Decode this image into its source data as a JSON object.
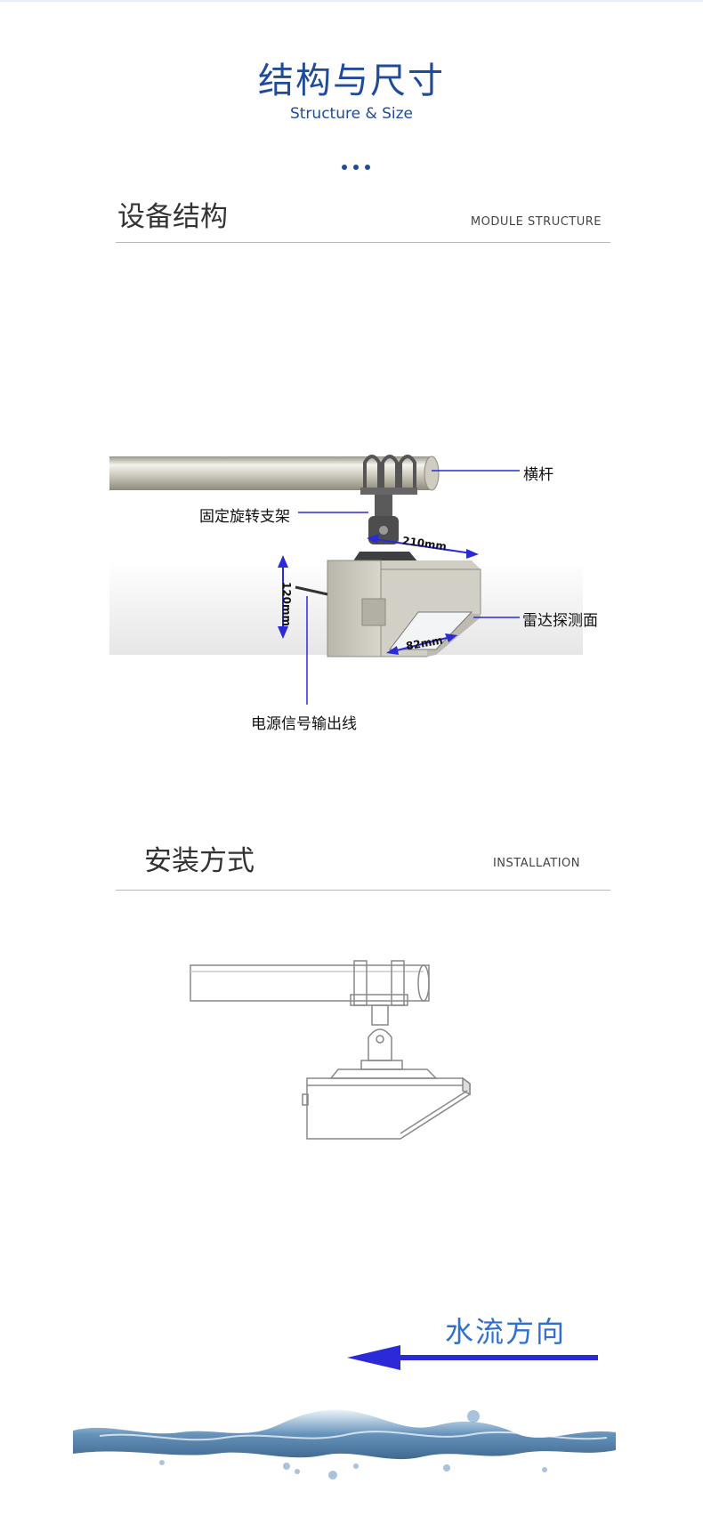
{
  "header": {
    "title_cn": "结构与尺寸",
    "title_en": "Structure & Size"
  },
  "section1": {
    "title_cn": "设备结构",
    "title_en": "MODULE STRUCTURE",
    "labels": {
      "crossbar": "横杆",
      "bracket": "固定旋转支架",
      "radar_face": "雷达探测面",
      "cable": "电源信号输出线"
    },
    "dimensions": {
      "length": "210mm",
      "height": "120mm",
      "width": "82mm"
    }
  },
  "section2": {
    "title_cn": "安装方式",
    "title_en": "INSTALLATION",
    "flow_label": "水流方向"
  },
  "colors": {
    "accent": "#1f4b9a",
    "arrow": "#2a2ad8",
    "flow_text": "#2f6fcf"
  }
}
